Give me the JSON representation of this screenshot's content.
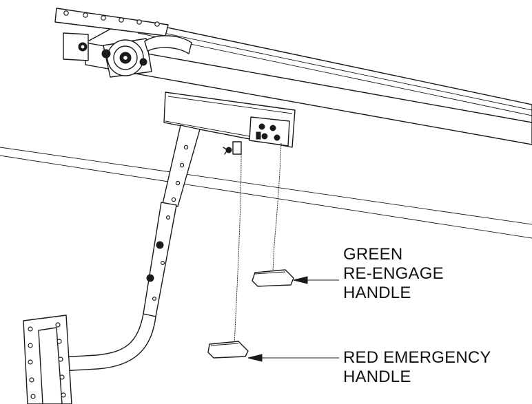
{
  "callouts": {
    "green": {
      "line1": "GREEN",
      "line2": "RE-ENGAGE",
      "line3": "HANDLE"
    },
    "red": {
      "line1": "RED EMERGENCY",
      "line2": "HANDLE"
    }
  }
}
